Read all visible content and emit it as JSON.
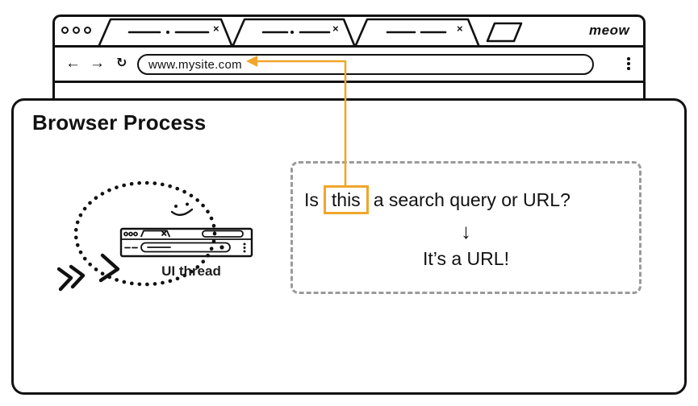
{
  "colors": {
    "accent": "#F0A62B",
    "ink": "#111111",
    "dashed_border": "#9A9A9A"
  },
  "browser_window": {
    "brand": "meow",
    "tabs": [
      {
        "close": "×"
      },
      {
        "close": "×"
      },
      {
        "close": "×"
      }
    ],
    "nav": {
      "back": "←",
      "forward": "→",
      "reload": "↻",
      "address_value": "www.mysite.com"
    }
  },
  "process": {
    "title": "Browser Process",
    "ui_thread_label": "UI thread",
    "question_box": {
      "question_prefix": "Is",
      "question_highlight": "this",
      "question_suffix": "a search query or URL?",
      "down_arrow": "↓",
      "answer": "It’s a URL!"
    }
  }
}
